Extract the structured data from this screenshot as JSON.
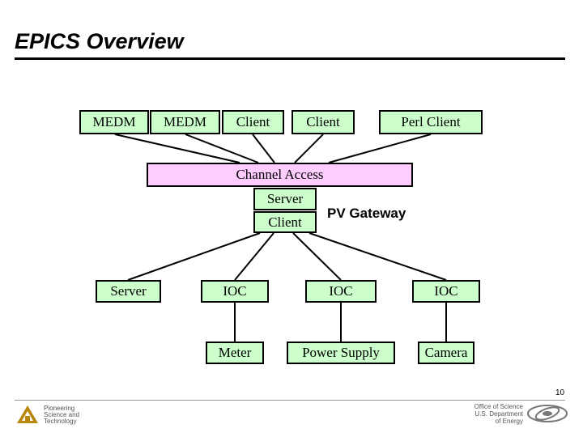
{
  "slide": {
    "title": "EPICS Overview",
    "page_number": "10"
  },
  "clients": [
    "MEDM",
    "MEDM",
    "Client",
    "Client",
    "Perl Client"
  ],
  "channel_access": "Channel Access",
  "gateway": {
    "server_label": "Server",
    "client_label": "Client",
    "name": "PV Gateway"
  },
  "servers": [
    "Server",
    "IOC",
    "IOC",
    "IOC"
  ],
  "devices": [
    "Meter",
    "Power Supply",
    "Camera"
  ],
  "footer": {
    "left_lines": [
      "Pioneering",
      "Science and",
      "Technology"
    ],
    "right_lines": [
      "Office of Science",
      "U.S. Department",
      "of Energy"
    ]
  },
  "colors": {
    "node_fill": "#ccffcc",
    "bus_fill": "#ffccff"
  },
  "icons": {
    "left_logo": "argonne-logo-icon",
    "right_logo": "doe-science-logo-icon"
  }
}
